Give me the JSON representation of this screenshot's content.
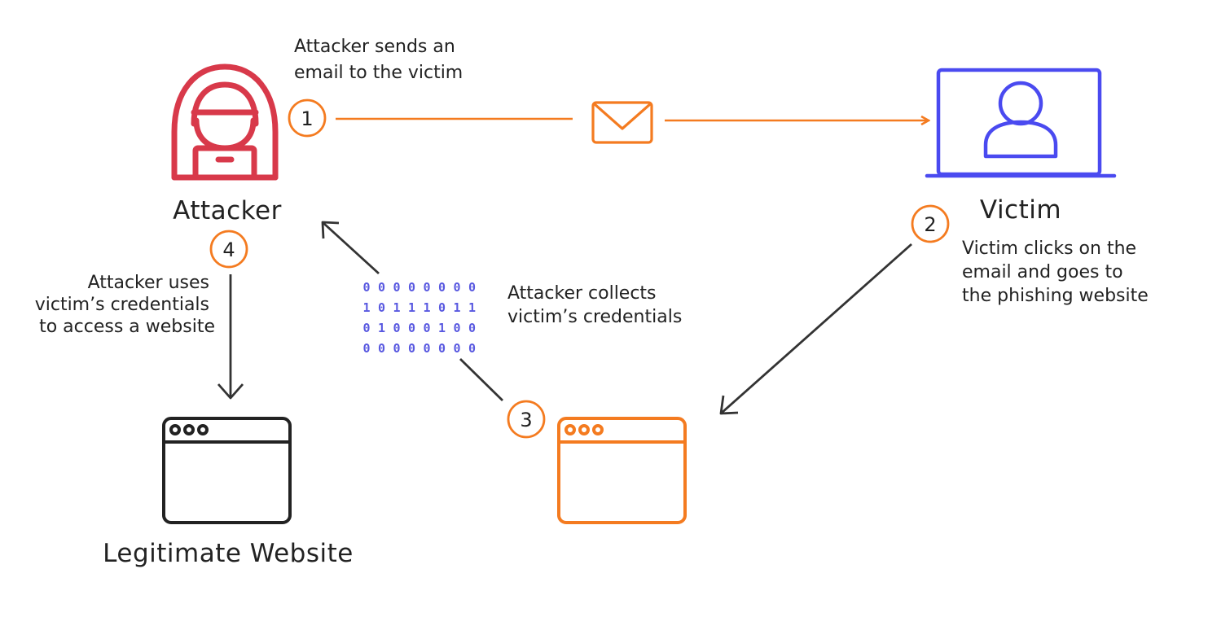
{
  "colors": {
    "orange": "#f47b20",
    "attacker_red": "#d8394a",
    "victim_blue": "#4a4af0",
    "dark": "#222222",
    "bits_blue": "#5858e0"
  },
  "attacker": {
    "label": "Attacker",
    "icon": "hooded-hacker-icon"
  },
  "victim": {
    "label": "Victim",
    "icon": "laptop-user-icon"
  },
  "legit_site": {
    "label": "Legitimate Website",
    "icon": "browser-window-icon"
  },
  "phishing_site": {
    "icon": "browser-window-icon"
  },
  "steps": [
    {
      "number": "1",
      "text": [
        "Attacker sends an",
        "email to the victim"
      ]
    },
    {
      "number": "2",
      "text": [
        "Victim clicks on the",
        "email and goes to",
        "the phishing website"
      ]
    },
    {
      "number": "3",
      "text": [
        "Attacker collects",
        "victim’s credentials"
      ]
    },
    {
      "number": "4",
      "text": [
        "Attacker uses",
        "victim’s credentials",
        "to access a website"
      ]
    }
  ],
  "binary_rows": [
    "00000000",
    "10111011",
    "01000100",
    "00000000"
  ]
}
